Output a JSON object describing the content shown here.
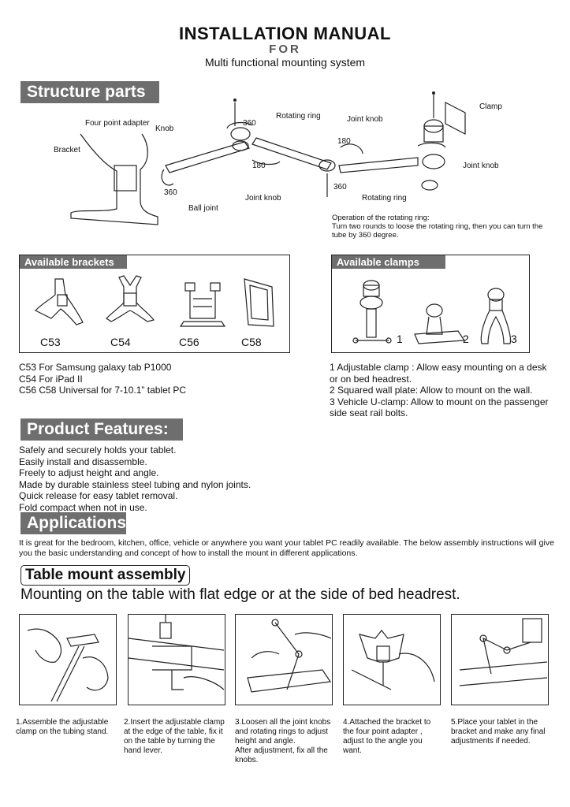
{
  "header": {
    "title": "INSTALLATION MANUAL",
    "for": "FOR",
    "subtitle": "Multi functional mounting system"
  },
  "structure": {
    "heading": "Structure parts",
    "labels": {
      "four_point_adapter": "Four point adapter",
      "knob": "Knob",
      "bracket": "Bracket",
      "ball_joint": "Ball joint",
      "deg360_a": "360",
      "deg360_b": "360",
      "deg360_c": "360",
      "deg180_a": "180",
      "deg180_b": "180",
      "rotating_ring_top": "Rotating ring",
      "joint_knob_top": "Joint knob",
      "joint_knob_bottom": "Joint knob",
      "rotating_ring_bottom": "Rotating ring",
      "clamp": "Clamp",
      "joint_knob_right": "Joint knob"
    },
    "note": [
      "Operation of the rotating ring:",
      "Turn two rounds to loose the rotating ring, then you can turn the",
      "tube by 360 degree."
    ]
  },
  "brackets": {
    "heading": "Available brackets",
    "models": [
      "C53",
      "C54",
      "C56",
      "C58"
    ],
    "descriptions": [
      "C53 For Samsung galaxy tab P1000",
      "C54 For iPad II",
      "C56 C58 Universal for 7-10.1” tablet PC"
    ]
  },
  "clamps": {
    "heading": "Available clamps",
    "numbers": [
      "1",
      "2",
      "3"
    ],
    "descriptions": [
      "1 Adjustable clamp : Allow easy mounting on a desk",
      "or on bed headrest.",
      "2 Squared wall plate: Allow to mount on the wall.",
      "3 Vehicle U-clamp: Allow to mount on the passenger",
      "side seat rail bolts."
    ]
  },
  "features": {
    "heading": "Product Features:",
    "items": [
      "Safely and securely holds your tablet.",
      "Easily install and disassemble.",
      "Freely to adjust height and angle.",
      "Made by durable stainless steel tubing and nylon joints.",
      "Quick release for easy tablet removal.",
      "Fold compact when not in use."
    ]
  },
  "applications": {
    "heading": "Applications:",
    "lines": [
      "It is great for the bedroom, kitchen, office, vehicle or anywhere you want your tablet PC readily available. The below assembly instructions will give",
      "you the basic understanding and concept of how to install the mount in different applications."
    ]
  },
  "assembly": {
    "heading": "Table mount assembly",
    "subheading": "Mounting on the table with flat edge or at the side of bed headrest.",
    "steps": [
      [
        "1.Assemble the adjustable",
        "clamp on the tubing stand."
      ],
      [
        "2.Insert the adjustable clamp",
        "at the edge of the table, fix it",
        "on the table by turning the",
        "hand lever."
      ],
      [
        "3.Loosen all the joint knobs",
        "and rotating rings to adjust",
        "height and angle.",
        "After adjustment, fix all the",
        "knobs."
      ],
      [
        "4.Attached the bracket to",
        "the four point adapter ,",
        "adjust to the angle you",
        "want."
      ],
      [
        "5.Place your tablet in the",
        "bracket and make any final",
        "adjustments if needed."
      ]
    ]
  }
}
